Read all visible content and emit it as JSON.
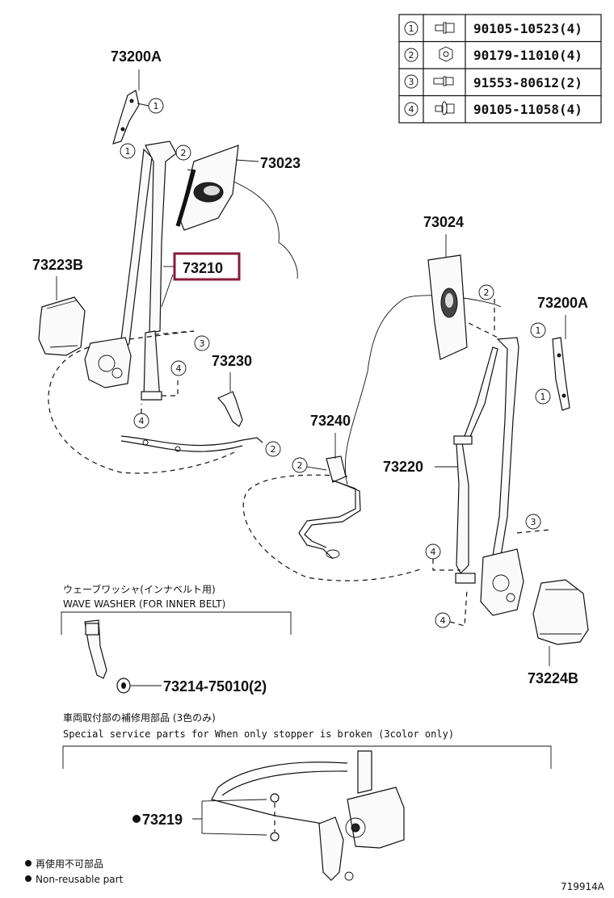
{
  "fastener_table": {
    "rows": [
      {
        "callout": "1",
        "part_number": "90105-10523(4)",
        "icon": "bolt-flange-icon"
      },
      {
        "callout": "2",
        "part_number": "90179-11010(4)",
        "icon": "nut-icon"
      },
      {
        "callout": "3",
        "part_number": "91553-80612(2)",
        "icon": "bolt-icon"
      },
      {
        "callout": "4",
        "part_number": "90105-11058(4)",
        "icon": "bolt-washer-icon"
      }
    ]
  },
  "labels": {
    "p73200A_left": "73200A",
    "p73023": "73023",
    "p73223B": "73223B",
    "p73210": "73210",
    "p73230": "73230",
    "p73024": "73024",
    "p73200A_right": "73200A",
    "p73240": "73240",
    "p73220": "73220",
    "p73224B": "73224B",
    "p73214": "73214-75010(2)",
    "p73219": "73219"
  },
  "highlight_color": "#8b1a3a",
  "callouts": {
    "one": "1",
    "two": "2",
    "three": "3",
    "four": "4"
  },
  "notes": {
    "wave_washer_jp": "ウェーブワッシャ(インナベルト用)",
    "wave_washer_en": "WAVE WASHER (FOR INNER BELT)",
    "special_jp": "車両取付部の補修用部品 (3色のみ)",
    "special_en": "Special  service  parts  for  When  only  stopper  is  broken  (3color  only)"
  },
  "legend": {
    "non_reusable_jp": "再使用不可部品",
    "non_reusable_en": "Non-reusable part"
  },
  "figure_id": "719914A"
}
